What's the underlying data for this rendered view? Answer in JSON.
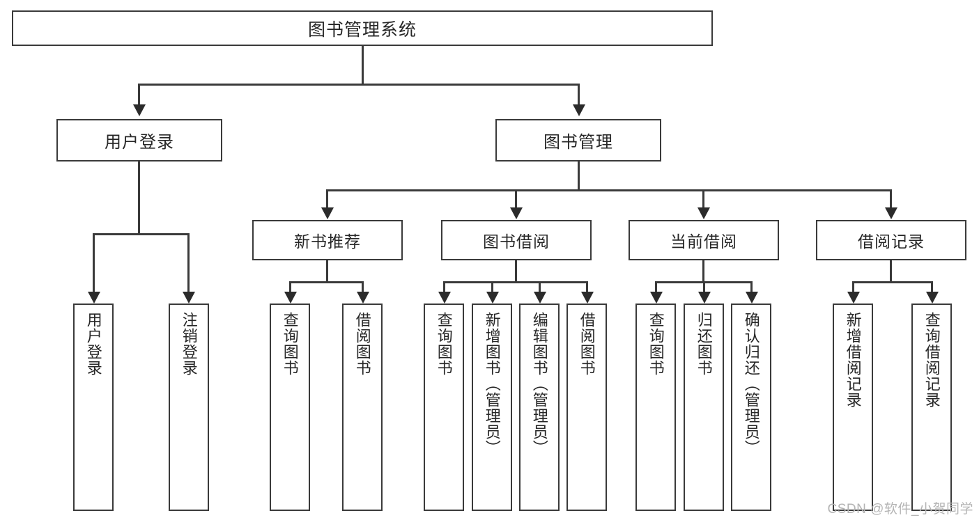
{
  "diagram": {
    "title": "图书管理系统",
    "type": "tree-hierarchy-diagram",
    "root": {
      "label": "图书管理系统"
    },
    "level2": [
      {
        "label": "用户登录"
      },
      {
        "label": "图书管理"
      }
    ],
    "level3": [
      {
        "label": "新书推荐"
      },
      {
        "label": "图书借阅"
      },
      {
        "label": "当前借阅"
      },
      {
        "label": "借阅记录"
      }
    ],
    "leaves": {
      "user_login": [
        {
          "label": "用户登录"
        },
        {
          "label": "注销登录"
        }
      ],
      "new_book_recommend": [
        {
          "label": "查询图书"
        },
        {
          "label": "借阅图书"
        }
      ],
      "book_borrow": [
        {
          "label": "查询图书"
        },
        {
          "label": "新增图书（管理员）"
        },
        {
          "label": "编辑图书（管理员）"
        },
        {
          "label": "借阅图书"
        }
      ],
      "current_borrow": [
        {
          "label": "查询图书"
        },
        {
          "label": "归还图书"
        },
        {
          "label": "确认归还（管理员）"
        }
      ],
      "borrow_record": [
        {
          "label": "新增借阅记录"
        },
        {
          "label": "查询借阅记录"
        }
      ]
    }
  },
  "watermark": {
    "text": "CSDN @软件_小贺同学"
  },
  "colors": {
    "box_border": "#3a3a3a",
    "connector": "#3a3a3a",
    "text": "#262626",
    "background": "#ffffff",
    "watermark": "#b4b4b4"
  }
}
